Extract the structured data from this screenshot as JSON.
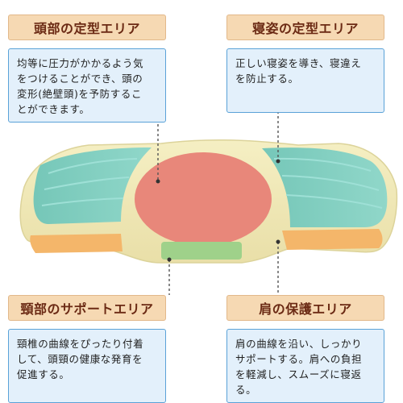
{
  "callouts": {
    "head_shape": {
      "title": "頭部の定型エリア",
      "text": "均等に圧力がかかるよう気\nをつけることができ、頭の\n変形(絶壁頭)を予防するこ\nとができます。"
    },
    "sleep_posture": {
      "title": "寝姿の定型エリア",
      "text": "正しい寝姿を導き、寝違え\nを防止する。"
    },
    "neck_support": {
      "title": "頸部のサポートエリア",
      "text": "頸椎の曲線をぴったり付着\nして、頭頸の健康な発育を\n促進する。"
    },
    "shoulder_protect": {
      "title": "肩の保護エリア",
      "text": "肩の曲線を沿い、しっかり\nサポートする。肩への負担\nを軽減し、スムーズに寝返\nる。"
    }
  },
  "colors": {
    "pillow_base": "#f3ecbc",
    "head_zone": "#e8877a",
    "side_zone": "#7ecfc3",
    "shoulder_zone": "#f4b66a",
    "neck_zone": "#9fd18a",
    "label_bg": "#f6d9b3",
    "box_border": "#5aa2d8"
  }
}
